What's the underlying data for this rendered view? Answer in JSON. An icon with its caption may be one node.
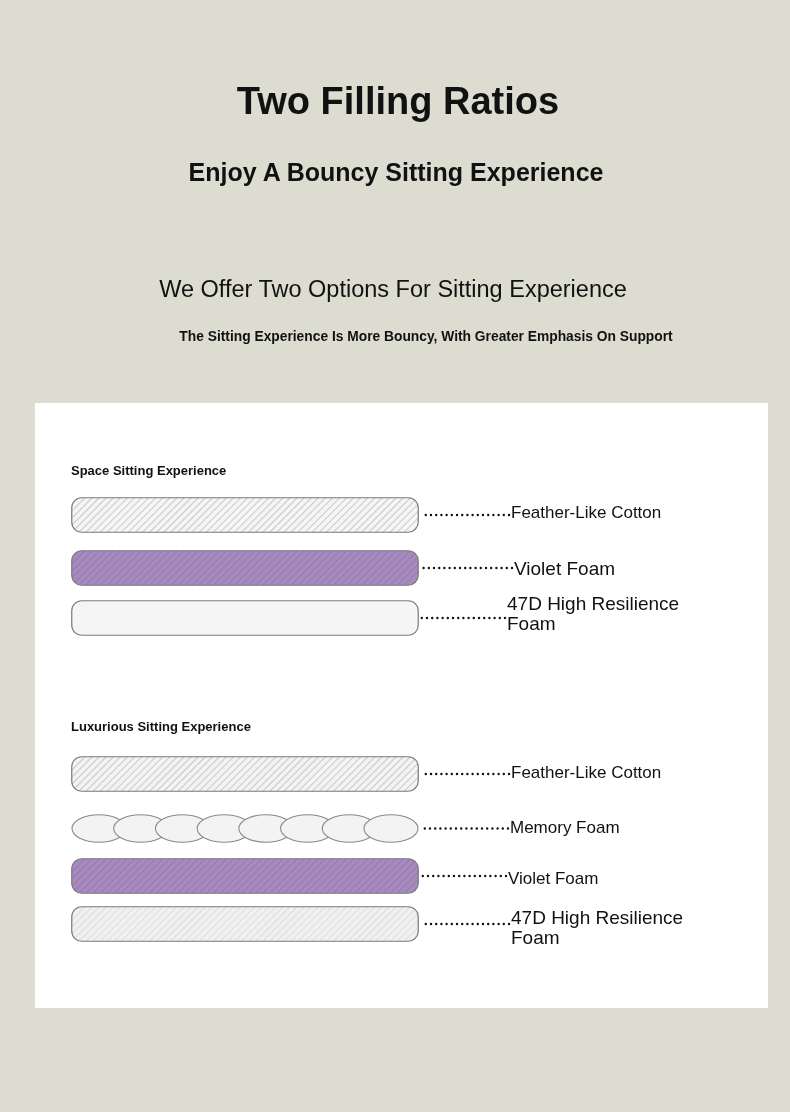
{
  "diagram": {
    "title": "Two Filling Ratios",
    "nodes": [
      {
        "text": [],
        "shape": "bar"
      },
      {
        "text": [
          "Feather-Like Cotton"
        ]
      },
      {
        "text": [],
        "shape": "bar"
      },
      {
        "text": [
          "Violet Foam"
        ]
      },
      {
        "text": [],
        "shape": "bar"
      },
      {
        "text": [
          "47D High Resilience Foam"
        ]
      },
      {
        "text": [],
        "shape": "bar"
      },
      {
        "text": [
          "Feather-Like Cotton"
        ]
      },
      {
        "text": [],
        "shape": "ellipse"
      },
      {
        "text": [
          "Memory Foam"
        ]
      },
      {
        "text": [],
        "shape": "bar"
      },
      {
        "text": [
          "Violet Foam"
        ]
      },
      {
        "text": [],
        "shape": "bar"
      },
      {
        "text": [
          "47D High Resilience Foam"
        ]
      }
    ],
    "edges": [
      {
        "from": 1,
        "to": 0,
        "arrow": "none",
        "style": "dashed"
      },
      {
        "from": 3,
        "to": 2,
        "arrow": "none",
        "style": "dashed"
      },
      {
        "from": 5,
        "to": 4,
        "arrow": "none",
        "style": "dashed"
      },
      {
        "from": 7,
        "to": 6,
        "arrow": "none",
        "style": "dashed"
      },
      {
        "from": 9,
        "to": 8,
        "arrow": "none",
        "style": "dashed"
      },
      {
        "from": 11,
        "to": 10,
        "arrow": "none",
        "style": "dashed"
      },
      {
        "from": 13,
        "to": 12,
        "arrow": "none",
        "style": "dashed"
      }
    ],
    "labels": [
      "Enjoy A Bouncy Sitting Experience",
      "We Offer Two Options For Sitting Experience",
      "The Sitting Experience Is More Bouncy, With Greater Emphasis On Support",
      "Space Sitting Experience",
      "Luxurious Sitting Experience"
    ]
  }
}
